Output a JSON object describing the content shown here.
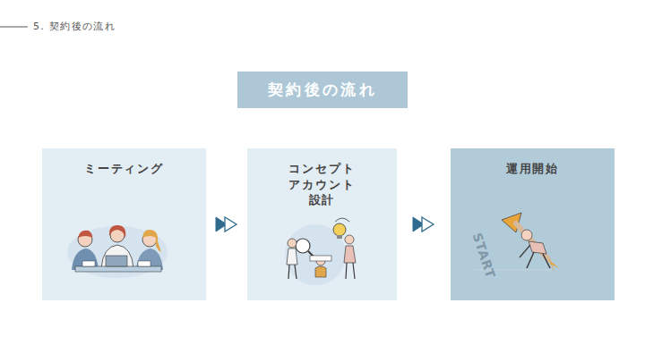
{
  "diagram": {
    "title": "契約後の流れ",
    "nodes": [
      {
        "text": [
          "ミーティング"
        ]
      },
      {
        "text": [
          "コンセプト アカウント 設計"
        ]
      },
      {
        "text": [
          "運用開始"
        ]
      }
    ],
    "edges": [
      {
        "from": 0,
        "to": 1,
        "arrow": "to"
      },
      {
        "from": 1,
        "to": 2,
        "arrow": "to"
      }
    ],
    "labels": [
      "5. 契約後の流れ",
      "START"
    ]
  }
}
